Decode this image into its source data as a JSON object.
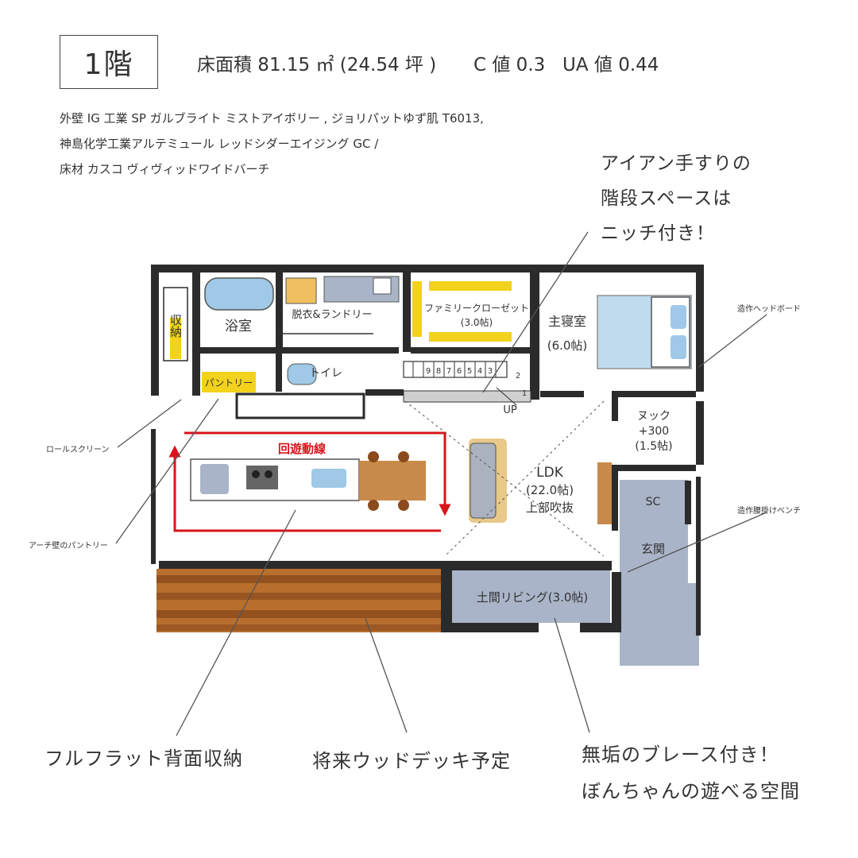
{
  "header": {
    "floor": "1階",
    "area": "床面積 81.15 ㎡ (24.54 坪 )",
    "c_value": "C 値 0.3",
    "ua_value": "UA 値 0.44"
  },
  "materials": [
    "外壁  IG 工業 SP ガルブライト ミストアイボリー , ジョリパットゆず肌 T6013,",
    "神島化学工業アルテミュール レッドシダーエイジング GC /",
    "床材 カスコ ヴィヴィッドワイドバーチ"
  ],
  "callouts": {
    "stair_niche": [
      "アイアン手すりの",
      "階段スペースは",
      "ニッチ付き！"
    ],
    "headboard": "造作ヘッドボード",
    "roll_screen": "ロールスクリーン",
    "arch_pantry": "アーチ壁のパントリー",
    "bench": "造作腰掛けベンチ",
    "full_flat": "フルフラット背面収納",
    "wood_deck": "将来ウッドデッキ予定",
    "brace": [
      "無垢のブレース付き！",
      "ぼんちゃんの遊べる空間"
    ]
  },
  "rooms": {
    "storage": "収納",
    "bath": "浴室",
    "laundry": "脱衣&ランドリー",
    "family_closet": "ファミリークローゼット",
    "family_closet_size": "(3.0帖)",
    "master_bed": "主寝室",
    "master_bed_size": "(6.0帖)",
    "pantry": "パントリー",
    "toilet": "トイレ",
    "up": "UP",
    "stair_numbers": [
      "9",
      "8",
      "7",
      "6",
      "5",
      "4",
      "3",
      "2",
      "1"
    ],
    "nook": "ヌック",
    "nook_level": "+300",
    "nook_size": "(1.5帖)",
    "ldk": "LDK",
    "ldk_size": "(22.0帖)",
    "ldk_note": "上部吹抜",
    "circulation": "回遊動線",
    "sc": "SC",
    "entrance": "玄関",
    "doma_living": "土間リビング(3.0帖)"
  },
  "colors": {
    "wall": "#2b2b2b",
    "arrow_red": "#d9141b",
    "wood_dark": "#8a4a1c",
    "wood_light": "#b86f2e",
    "doma_gray": "#a9b4c8",
    "yellow": "#f2d21c",
    "bath_blue": "#9fc9e6",
    "table_wood": "#c88a4a",
    "sofa_gray": "#aab2c0"
  }
}
